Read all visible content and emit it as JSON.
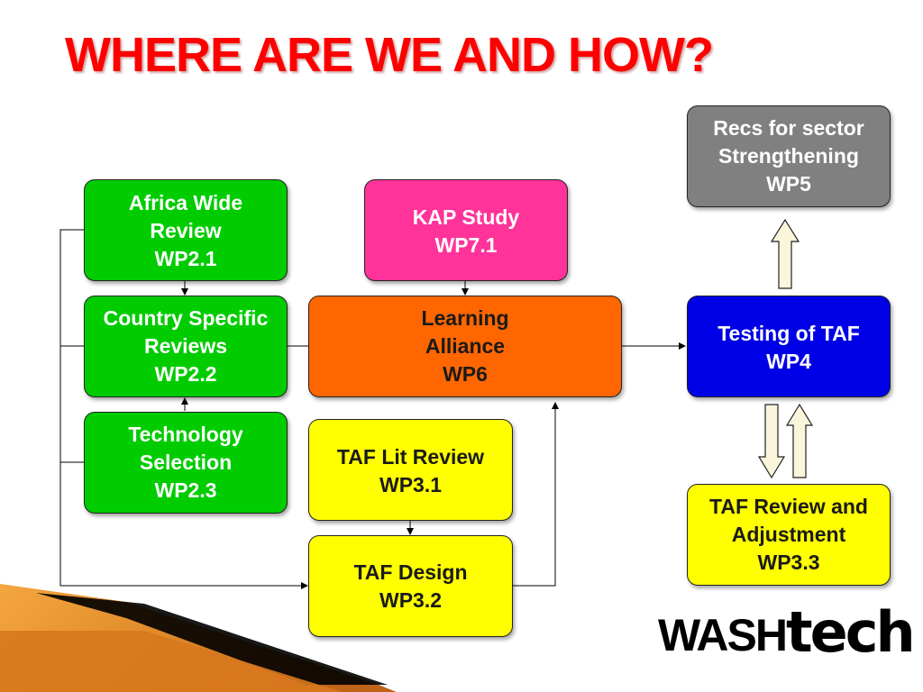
{
  "title": "WHERE ARE WE AND HOW?",
  "colors": {
    "title": "#ff0000",
    "green": "#00cc00",
    "pink": "#ff3399",
    "orange": "#ff6600",
    "blue": "#0000e6",
    "grey": "#808080",
    "yellow": "#ffff00",
    "arrow_fill": "#fbf5dc"
  },
  "nodes": {
    "africa_review": {
      "line1": "Africa Wide",
      "line2": "Review",
      "code": "WP2.1"
    },
    "country_reviews": {
      "line1": "Country Specific",
      "line2": "Reviews",
      "code": "WP2.2"
    },
    "technology_selection": {
      "line1": "Technology",
      "line2": "Selection",
      "code": "WP2.3"
    },
    "kap_study": {
      "line1": "KAP Study",
      "code": "WP7.1"
    },
    "learning_alliance": {
      "line1": "Learning",
      "line2": "Alliance",
      "code": "WP6"
    },
    "taf_lit_review": {
      "line1": "TAF Lit Review",
      "code": "WP3.1"
    },
    "taf_design": {
      "line1": "TAF Design",
      "code": "WP3.2"
    },
    "testing_taf": {
      "line1": "Testing of TAF",
      "code": "WP4"
    },
    "recs_sector": {
      "line1": "Recs for sector",
      "line2": "Strengthening",
      "code": "WP5"
    },
    "taf_review": {
      "line1": "TAF Review and",
      "line2": "Adjustment",
      "code": "WP3.3"
    }
  },
  "logo": {
    "part1": "WASH",
    "part2": "tech"
  }
}
